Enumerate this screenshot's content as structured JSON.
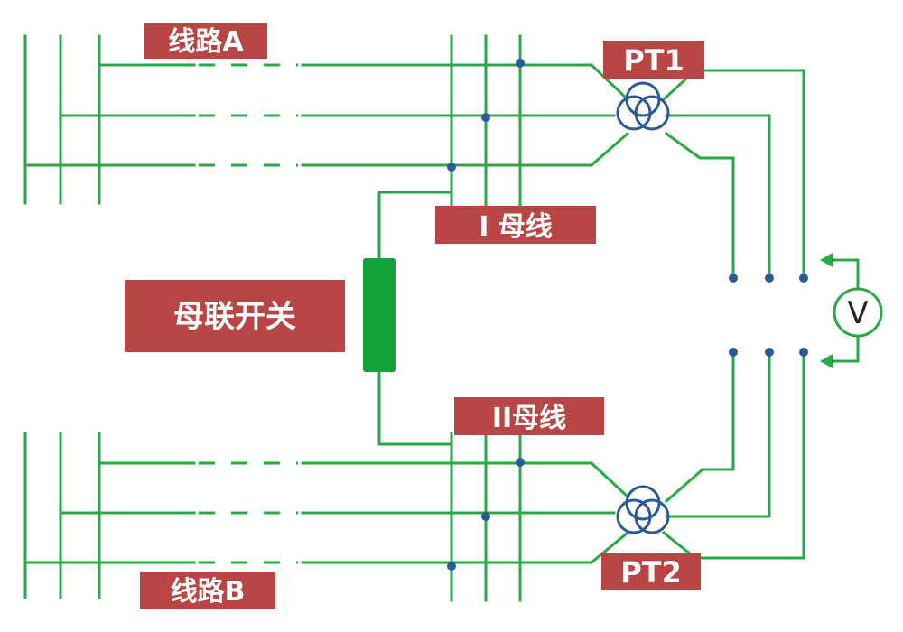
{
  "labels": {
    "line_a": "线路A",
    "line_b": "线路B",
    "pt1": "PT1",
    "pt2": "PT2",
    "bus_1": "I 母线",
    "bus_2": "II母线",
    "bus_coupler": "母联开关",
    "voltmeter": "V"
  },
  "colors": {
    "wire": "#2aa845",
    "label_background": "#b94545",
    "node": "#2b5a9a",
    "breaker": "#14a33a"
  }
}
